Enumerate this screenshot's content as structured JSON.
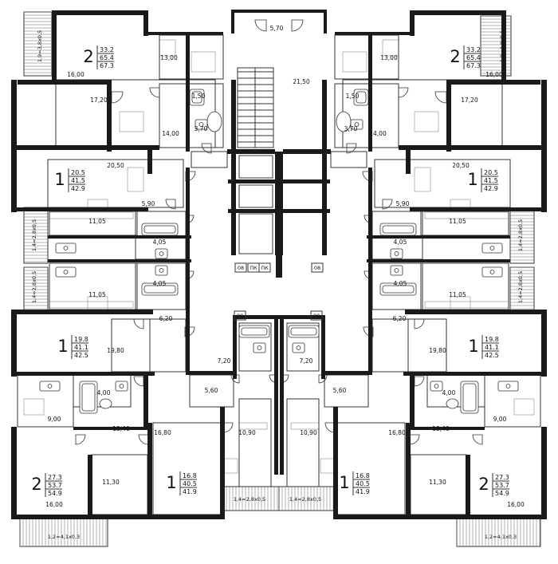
{
  "rooms": [
    {
      "id": "r1",
      "label": "16,00"
    },
    {
      "id": "r2",
      "label": "13,00"
    },
    {
      "id": "r3",
      "label": "5,70"
    },
    {
      "id": "r4",
      "label": "13,00"
    },
    {
      "id": "r5",
      "label": "16,00"
    },
    {
      "id": "r6",
      "label": "17,20"
    },
    {
      "id": "r7",
      "label": "1,50"
    },
    {
      "id": "r8",
      "label": "21,50"
    },
    {
      "id": "r9",
      "label": "1,50"
    },
    {
      "id": "r10",
      "label": "17,20"
    },
    {
      "id": "r11",
      "label": "14,00"
    },
    {
      "id": "r12",
      "label": "3,70"
    },
    {
      "id": "r13",
      "label": "3,70"
    },
    {
      "id": "r14",
      "label": "14,00"
    },
    {
      "id": "r15",
      "label": "20,50"
    },
    {
      "id": "r16",
      "label": "20,50"
    },
    {
      "id": "r17",
      "label": "5,90"
    },
    {
      "id": "r18",
      "label": "5,90"
    },
    {
      "id": "r19",
      "label": "11,05"
    },
    {
      "id": "r20",
      "label": "11,05"
    },
    {
      "id": "r21",
      "label": "4,05"
    },
    {
      "id": "r22",
      "label": "4,05"
    },
    {
      "id": "r23",
      "label": "4,05"
    },
    {
      "id": "r24",
      "label": "4,05"
    },
    {
      "id": "r25",
      "label": "11,05"
    },
    {
      "id": "r26",
      "label": "11,05"
    },
    {
      "id": "r27",
      "label": "6,20"
    },
    {
      "id": "r28",
      "label": "6,20"
    },
    {
      "id": "r29",
      "label": "19,80"
    },
    {
      "id": "r30",
      "label": "19,80"
    },
    {
      "id": "r31",
      "label": "7,20"
    },
    {
      "id": "r32",
      "label": "7,20"
    },
    {
      "id": "r33",
      "label": "4,00"
    },
    {
      "id": "r34",
      "label": "4,00"
    },
    {
      "id": "r35",
      "label": "5,60"
    },
    {
      "id": "r36",
      "label": "5,60"
    },
    {
      "id": "r37",
      "label": "9,00"
    },
    {
      "id": "r38",
      "label": "9,00"
    },
    {
      "id": "r39",
      "label": "13,40"
    },
    {
      "id": "r40",
      "label": "13,40"
    },
    {
      "id": "r41",
      "label": "16,80"
    },
    {
      "id": "r42",
      "label": "16,80"
    },
    {
      "id": "r43",
      "label": "10,90"
    },
    {
      "id": "r44",
      "label": "10,90"
    },
    {
      "id": "r45",
      "label": "11,30"
    },
    {
      "id": "r46",
      "label": "11,30"
    },
    {
      "id": "r47",
      "label": "16,00"
    },
    {
      "id": "r48",
      "label": "16,00"
    }
  ],
  "apartments": [
    {
      "id": "a1",
      "rooms": "2",
      "living": "33.2",
      "total": "65.4",
      "with_balcony": "67.3"
    },
    {
      "id": "a2",
      "rooms": "2",
      "living": "33.2",
      "total": "65.4",
      "with_balcony": "67.3"
    },
    {
      "id": "a3",
      "rooms": "1",
      "living": "20.5",
      "total": "41.5",
      "with_balcony": "42.9"
    },
    {
      "id": "a4",
      "rooms": "1",
      "living": "20.5",
      "total": "41.5",
      "with_balcony": "42.9"
    },
    {
      "id": "a5",
      "rooms": "1",
      "living": "19.8",
      "total": "41.1",
      "with_balcony": "42.5"
    },
    {
      "id": "a6",
      "rooms": "1",
      "living": "19.8",
      "total": "41.1",
      "with_balcony": "42.5"
    },
    {
      "id": "a7",
      "rooms": "2",
      "living": "27.3",
      "total": "53.7",
      "with_balcony": "54.9"
    },
    {
      "id": "a8",
      "rooms": "1",
      "living": "16.8",
      "total": "40.5",
      "with_balcony": "41.9"
    },
    {
      "id": "a9",
      "rooms": "1",
      "living": "16.8",
      "total": "40.5",
      "with_balcony": "41.9"
    },
    {
      "id": "a10",
      "rooms": "2",
      "living": "27.3",
      "total": "53.7",
      "with_balcony": "54.9"
    }
  ],
  "balconies": [
    {
      "id": "b1",
      "label": "1,9=3,8x0,5"
    },
    {
      "id": "b2",
      "label": "1,9=3,8x0,5"
    },
    {
      "id": "b3",
      "label": "1,4=2,8x0,5"
    },
    {
      "id": "b4",
      "label": "1,4=2,8x0,5"
    },
    {
      "id": "b5",
      "label": "1,4=2,8x0,5"
    },
    {
      "id": "b6",
      "label": "1,4=2,8x0,5"
    },
    {
      "id": "b7",
      "label": "1,2=4,1x0,3"
    },
    {
      "id": "b8",
      "label": "1,4=2,8x0,5"
    },
    {
      "id": "b9",
      "label": "1,4=2,8x0,5"
    },
    {
      "id": "b10",
      "label": "1,2=4,1x0,3"
    }
  ],
  "shaft_tags": [
    {
      "id": "s1",
      "label": "08"
    },
    {
      "id": "s2",
      "label": "ПК"
    },
    {
      "id": "s3",
      "label": "ПК"
    },
    {
      "id": "s4",
      "label": "08"
    },
    {
      "id": "s5",
      "label": "08"
    },
    {
      "id": "s6",
      "label": "08"
    }
  ]
}
